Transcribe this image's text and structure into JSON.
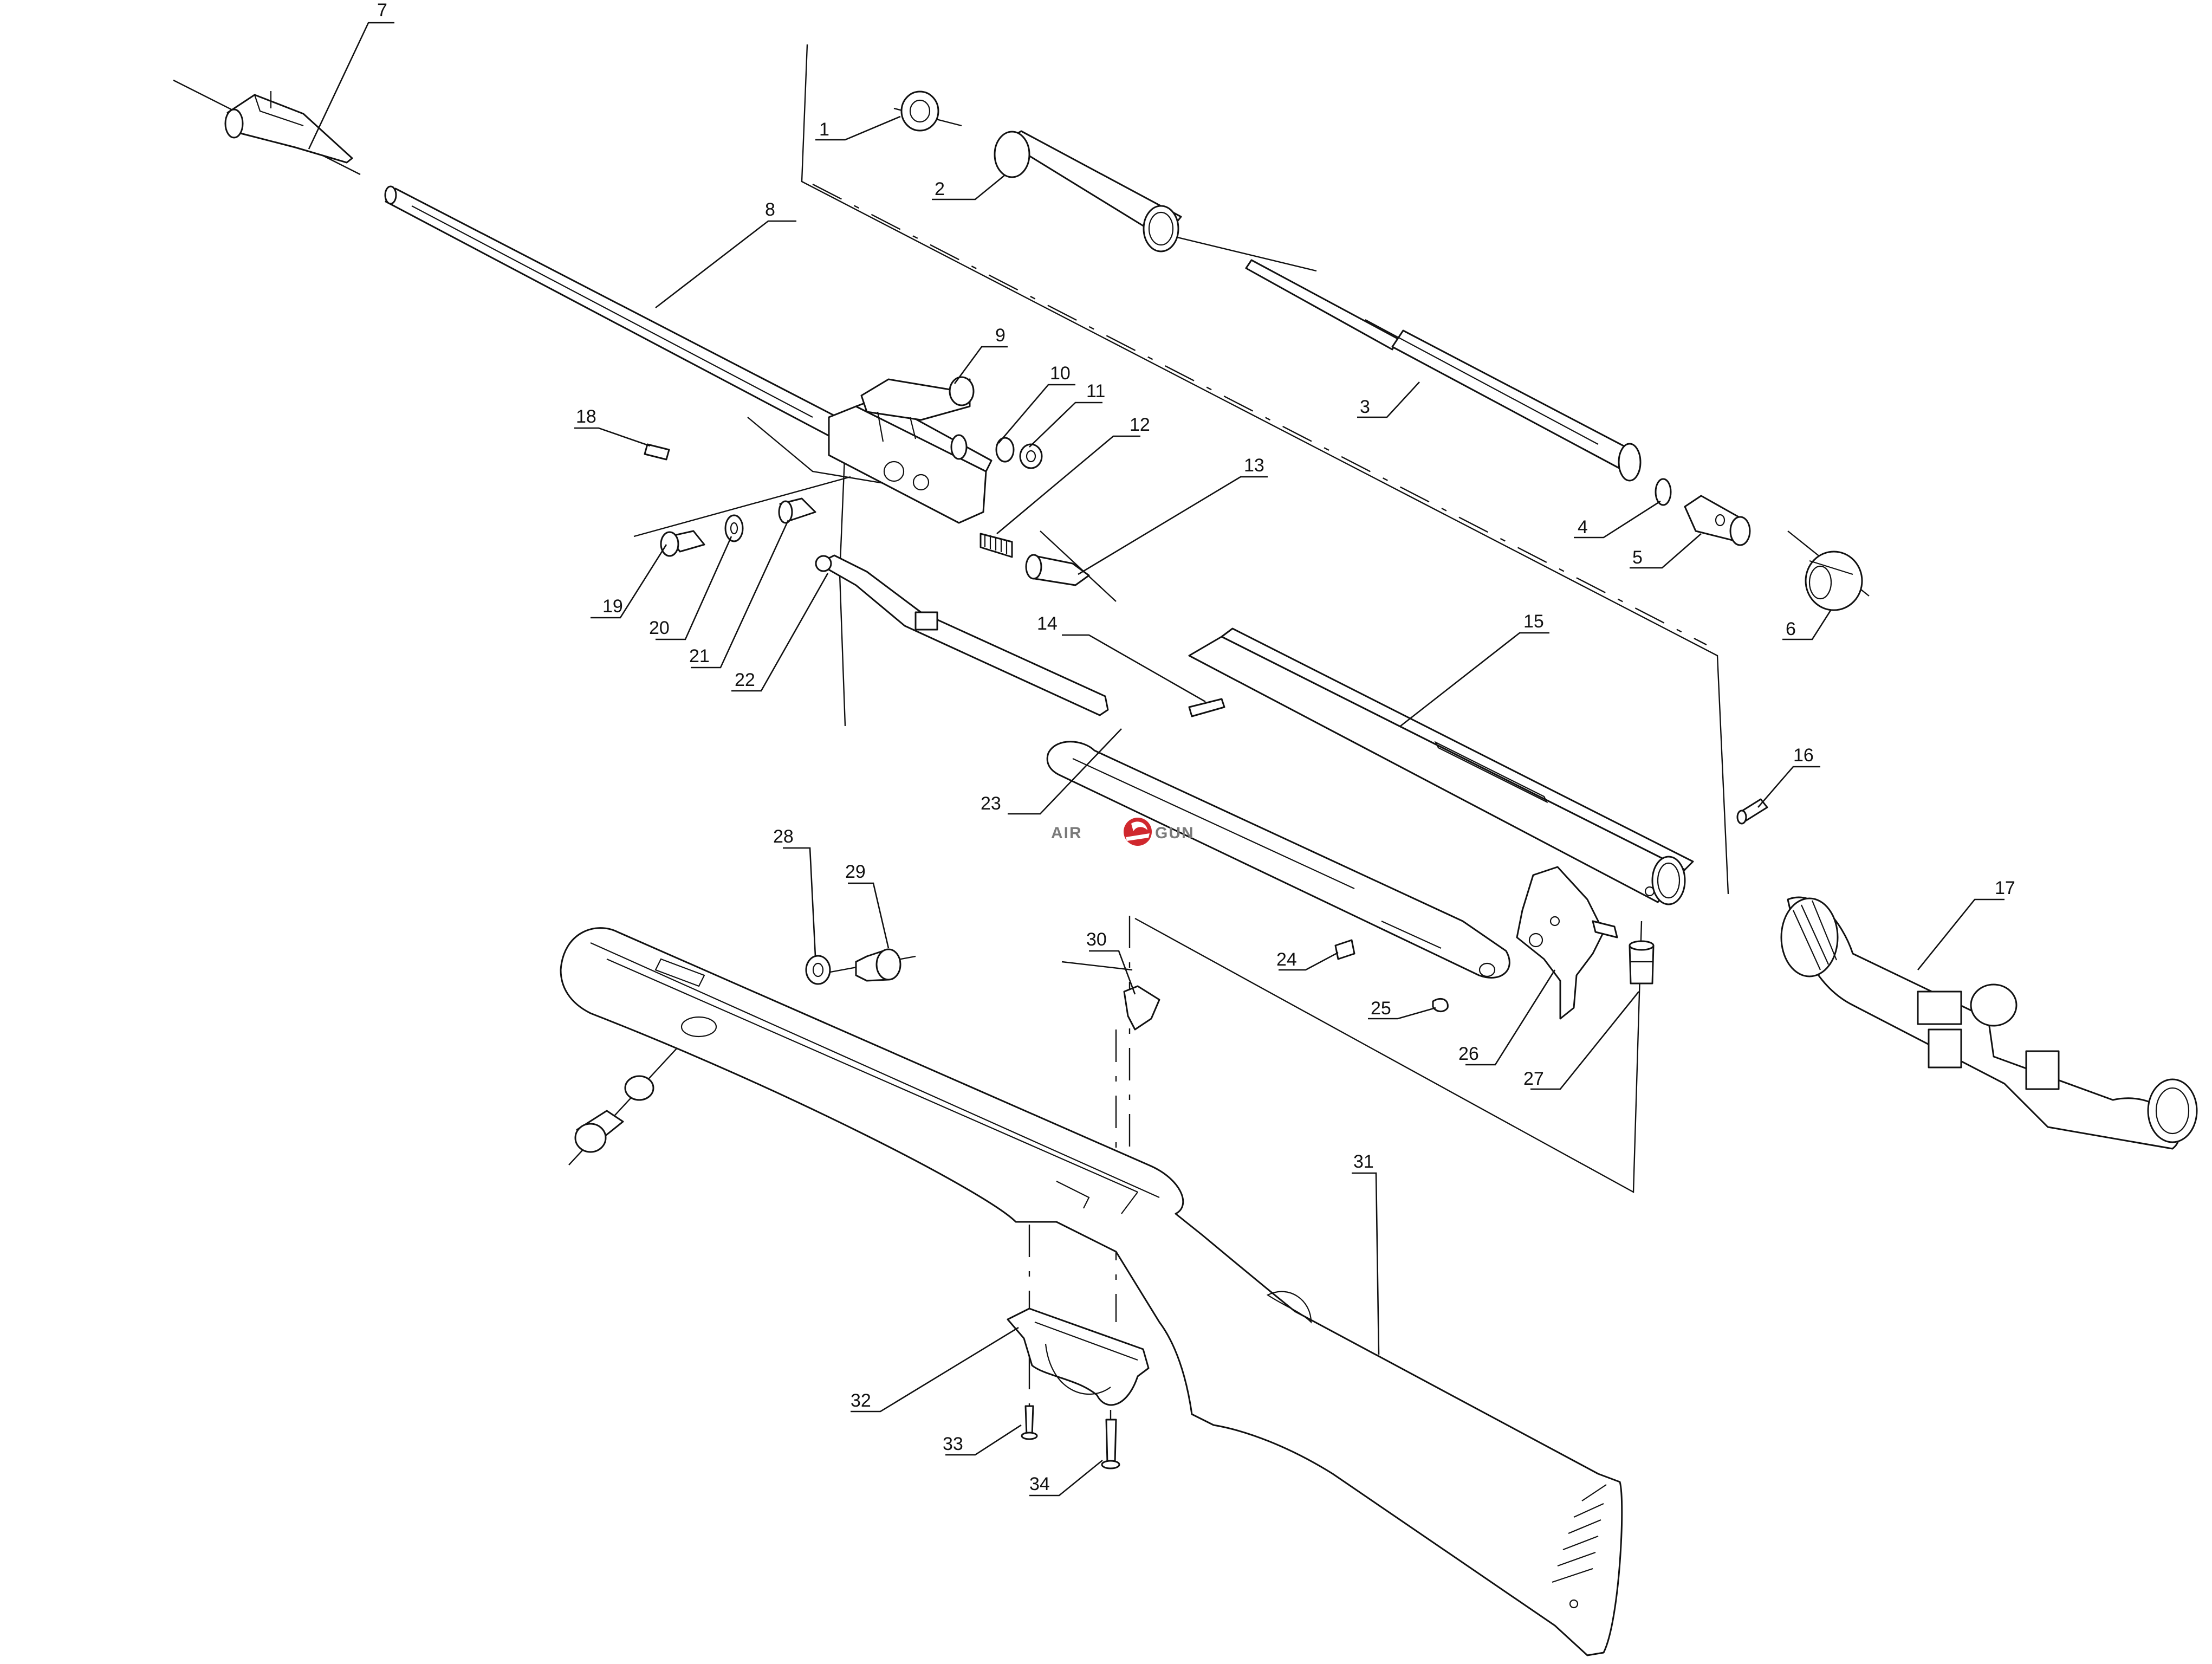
{
  "callouts": [
    "1",
    "2",
    "3",
    "4",
    "5",
    "6",
    "7",
    "8",
    "9",
    "10",
    "11",
    "12",
    "13",
    "14",
    "15",
    "16",
    "17",
    "18",
    "19",
    "20",
    "21",
    "22",
    "23",
    "24",
    "25",
    "26",
    "27",
    "28",
    "29",
    "30",
    "31",
    "32",
    "33",
    "34"
  ],
  "watermark": {
    "left": "AIR",
    "right": "GUN",
    "accent_color": "#d0282e"
  },
  "colors": {
    "line": "#111111",
    "background": "#ffffff"
  }
}
